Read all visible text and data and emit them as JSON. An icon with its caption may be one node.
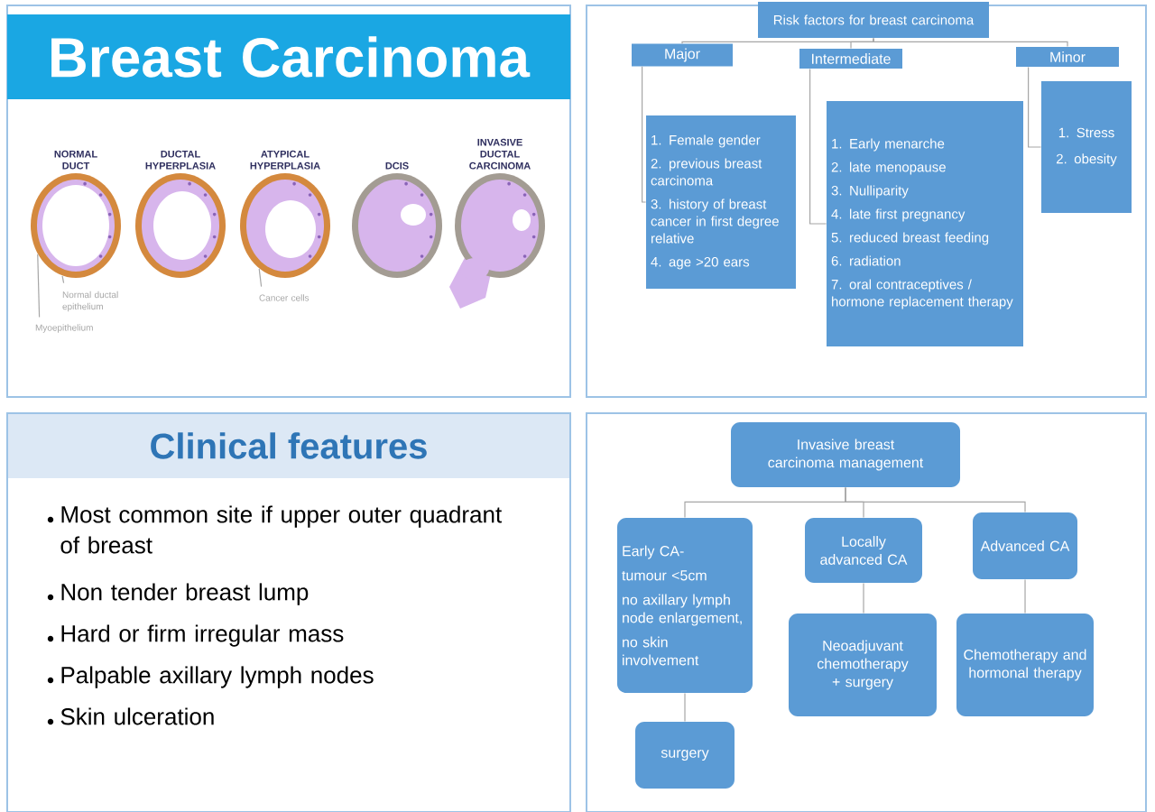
{
  "diagram": {
    "nodes": [
      {
        "text": [],
        "shape": "box"
      },
      {
        "text": [
          "Breast Carcinoma"
        ],
        "in": 0
      },
      {
        "text": [
          "Normal ductal epithelium"
        ],
        "in": 0
      },
      {
        "text": [
          "Myoepithelium"
        ],
        "in": 0
      },
      {
        "text": [
          "Cancer cells"
        ],
        "in": 0
      },
      {
        "text": [],
        "shape": "box"
      },
      {
        "text": [
          "Risk factors for breast carcinoma"
        ],
        "in": 5
      },
      {
        "text": [
          "Major"
        ],
        "in": 5
      },
      {
        "text": [
          "Intermediate"
        ],
        "in": 5
      },
      {
        "text": [
          "Minor"
        ],
        "in": 5
      },
      {
        "text": [
          "1. Female gender",
          "2. previous breast carcinoma",
          "3. history of breast cancer in first degree relative",
          "4. age >20 ears"
        ],
        "in": 5
      },
      {
        "text": [
          "1. Early menarche",
          "2. late menopause",
          "3. Nulliparity",
          "4. late first pregnancy",
          "5. reduced breast feeding",
          "6. radiation",
          "7. oral contraceptives / hormone replacement therapy"
        ],
        "in": 5
      },
      {
        "text": [
          "1. Stress",
          "2. obesity"
        ],
        "in": 5
      },
      {
        "text": [
          "Clinical features",
          "Most common site if upper outer quadrant of breast",
          "Non tender breast lump",
          "Hard or firm irregular mass",
          "Palpable axillary lymph nodes",
          "Skin ulceration"
        ]
      },
      {
        "text": [],
        "shape": "box"
      },
      {
        "text": [
          "Invasive breast carcinoma management"
        ],
        "in": 14
      },
      {
        "text": [
          "Early CA-",
          "tumour <5cm",
          "no axillary lymph node enlargement,",
          "no skin involvement"
        ],
        "in": 14
      },
      {
        "text": [
          "Locally advanced CA"
        ],
        "in": 14
      },
      {
        "text": [
          "Advanced CA"
        ],
        "in": 14
      },
      {
        "text": [
          "surgery"
        ],
        "in": 14
      },
      {
        "text": [
          "Neoadjuvant chemotherapy + surgery"
        ],
        "in": 14
      },
      {
        "text": [
          "Chemotherapy and hormonal therapy"
        ],
        "in": 14
      },
      {
        "text": [],
        "shape": "picture",
        "in": 0,
        "beside": [
          "NORMAL DUCT"
        ]
      },
      {
        "text": [],
        "shape": "picture",
        "in": 0,
        "beside": [
          "DUCTAL HYPERPLASIA"
        ]
      },
      {
        "text": [],
        "shape": "picture",
        "in": 0,
        "beside": [
          "ATYPICAL HYPERPLASIA"
        ]
      },
      {
        "text": [],
        "shape": "picture",
        "in": 0,
        "beside": [
          "DCIS"
        ]
      },
      {
        "text": [],
        "shape": "picture",
        "in": 0,
        "beside": [
          "INVASIVE DUCTAL CARCINOMA"
        ]
      }
    ],
    "edges": [
      {
        "from": 2,
        "to": 22,
        "arrow": "none"
      },
      {
        "from": 3,
        "to": 22,
        "arrow": "none"
      },
      {
        "from": 4,
        "to": 24,
        "arrow": "none"
      },
      {
        "from": 6,
        "to": 7,
        "arrow": "none"
      },
      {
        "from": 6,
        "to": 8,
        "arrow": "none"
      },
      {
        "from": 6,
        "to": 9,
        "arrow": "none"
      },
      {
        "from": 7,
        "to": 10,
        "arrow": "none"
      },
      {
        "from": 8,
        "to": 11,
        "arrow": "none"
      },
      {
        "from": 9,
        "to": 12,
        "arrow": "none"
      },
      {
        "from": 15,
        "to": 16,
        "arrow": "none"
      },
      {
        "from": 15,
        "to": 17,
        "arrow": "none"
      },
      {
        "from": 15,
        "to": 18,
        "arrow": "none"
      },
      {
        "from": 16,
        "to": 19,
        "arrow": "none"
      },
      {
        "from": 17,
        "to": 20,
        "arrow": "none"
      },
      {
        "from": 18,
        "to": 21,
        "arrow": "none"
      }
    ]
  }
}
